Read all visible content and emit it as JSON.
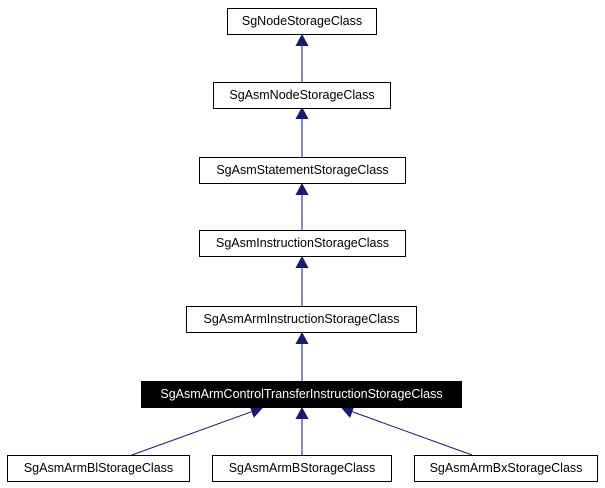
{
  "diagram": {
    "nodes": {
      "sg_node": "SgNodeStorageClass",
      "sg_asm_node": "SgAsmNodeStorageClass",
      "sg_asm_statement": "SgAsmStatementStorageClass",
      "sg_asm_instruction": "SgAsmInstructionStorageClass",
      "sg_asm_arm_instruction": "SgAsmArmInstructionStorageClass",
      "sg_asm_arm_control_transfer": "SgAsmArmControlTransferInstructionStorageClass",
      "sg_asm_arm_bl": "SgAsmArmBlStorageClass",
      "sg_asm_arm_b": "SgAsmArmBStorageClass",
      "sg_asm_arm_bx": "SgAsmArmBxStorageClass"
    },
    "colors": {
      "edge": "#191970",
      "node_border": "#000000",
      "current_node_fill": "#000000",
      "current_node_text": "#ffffff"
    }
  }
}
